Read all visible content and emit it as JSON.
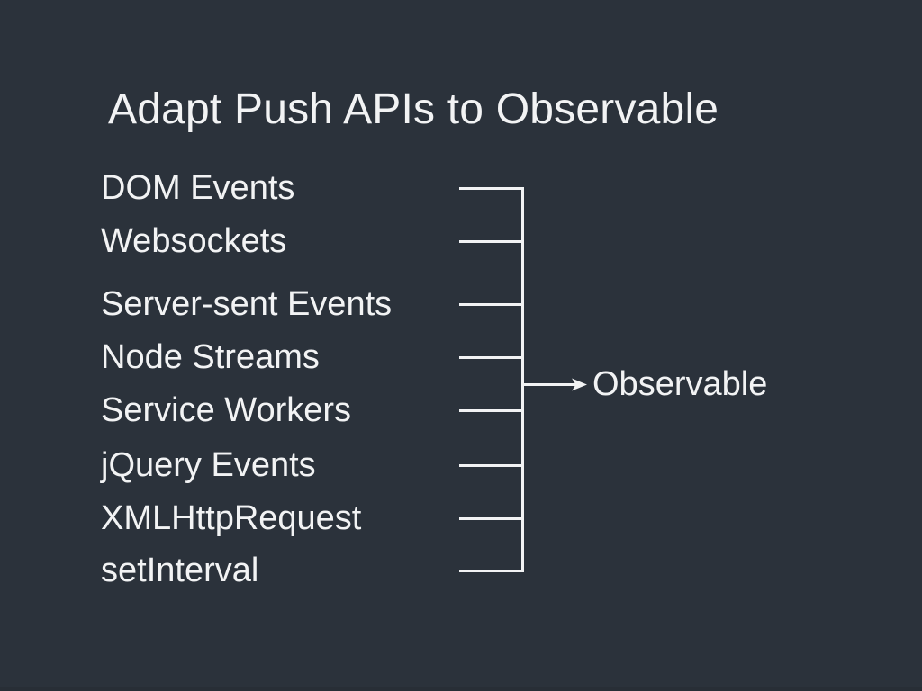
{
  "slide": {
    "title": "Adapt Push APIs to Observable",
    "background_color": "#2b323b",
    "foreground_color": "#f2f3f4"
  },
  "sources": {
    "heading": "",
    "items": [
      {
        "label": "DOM Events"
      },
      {
        "label": "Websockets"
      },
      {
        "label": "Server-sent Events"
      },
      {
        "label": "Node Streams"
      },
      {
        "label": "Service Workers"
      },
      {
        "label": "jQuery Events"
      },
      {
        "label": "XMLHttpRequest"
      },
      {
        "label": "setInterval"
      }
    ]
  },
  "target": {
    "label": "Observable"
  },
  "diagram": {
    "type": "bracket-converge",
    "connector_color": "#f2f3f4",
    "arrow_name": "converge-arrow"
  }
}
